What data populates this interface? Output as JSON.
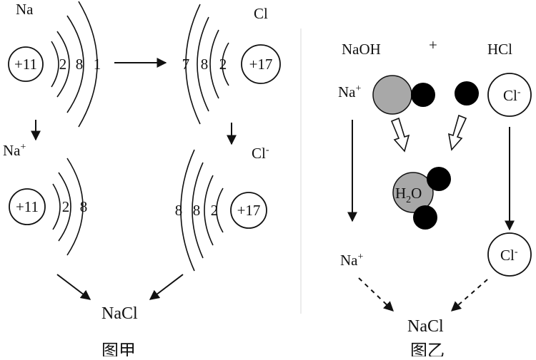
{
  "diagram_a": {
    "na_label": "Na",
    "cl_label": "Cl",
    "na_ion_label": "Na",
    "na_ion_charge": "+",
    "cl_ion_label": "Cl",
    "cl_ion_charge": "-",
    "na_nucleus": "+11",
    "cl_nucleus": "+17",
    "na_atom_electrons": [
      "2",
      "8",
      "1"
    ],
    "cl_atom_electrons": [
      "7",
      "8",
      "2"
    ],
    "na_ion_electrons": [
      "2",
      "8"
    ],
    "cl_ion_electrons": [
      "8",
      "8",
      "2"
    ],
    "product": "NaCl",
    "caption": "图甲"
  },
  "diagram_b": {
    "naoh_label": "NaOH",
    "plus_sign": "+",
    "hcl_label": "HCl",
    "na_ion_label": "Na",
    "na_ion_charge": "+",
    "cl_ion_label": "Cl",
    "cl_ion_charge": "-",
    "water_h": "H",
    "water_sub": "2",
    "water_o": "O",
    "na_ion_label_2": "Na",
    "na_ion_charge_2": "+",
    "cl_ion_label_2": "Cl",
    "cl_ion_charge_2": "-",
    "product": "NaCl",
    "caption": "图乙"
  },
  "colors": {
    "ink": "#111111",
    "gray_atom": "#a8a8a8",
    "black_atom": "#000000"
  }
}
